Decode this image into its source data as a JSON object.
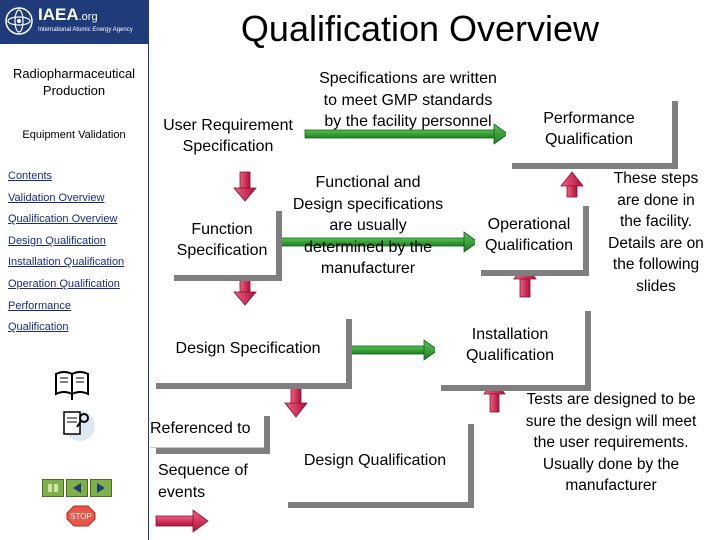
{
  "header": {
    "title": "Qualification Overview"
  },
  "logo": {
    "name": "IAEA",
    "suffix": ".org",
    "subtitle": "International Atomic Energy Agency"
  },
  "sidebar": {
    "title": "Radiopharmaceutical Production",
    "subtitle": "Equipment Validation",
    "nav": [
      {
        "label": "Contents"
      },
      {
        "label": "Validation Overview"
      },
      {
        "label": "Qualification Overview"
      },
      {
        "label": "Design Qualification"
      },
      {
        "label": "Installation Qualification"
      },
      {
        "label": "Operation Qualification"
      },
      {
        "label": "Performance"
      },
      {
        "label": "Qualification"
      }
    ],
    "stop_label": "STOP",
    "icons": [
      "book-icon",
      "document-magnifier-icon",
      "home-icon",
      "back-arrow-icon",
      "forward-arrow-icon",
      "stop-icon"
    ]
  },
  "diagram": {
    "user_requirement": "User Requirement Specification",
    "function_spec": "Function Specification",
    "design_spec": "Design Specification",
    "design_qual": "Design Qualification",
    "installation_qual": "Installation Qualification",
    "operational_qual": "Operational Qualification",
    "performance_qual": "Performance Qualification",
    "note_gmp": "Specifications are written to meet GMP standards by the facility personnel",
    "note_functional": "Functional and Design specifications are usually determined by the manufacturer",
    "note_steps": "These steps are done in the facility. Details are on the following slides",
    "note_tests": "Tests are designed to be sure the design will meet the user requirements. Usually done by the manufacturer"
  },
  "legend": {
    "referenced_to": "Referenced to",
    "sequence": "Sequence of events"
  },
  "colors": {
    "navy": "#1f3b7a",
    "green_arrow": "#2f9e2f",
    "red_arrow": "#d9234f",
    "nav_link": "#1a2a8a",
    "shadow": "#7f7f7f"
  }
}
